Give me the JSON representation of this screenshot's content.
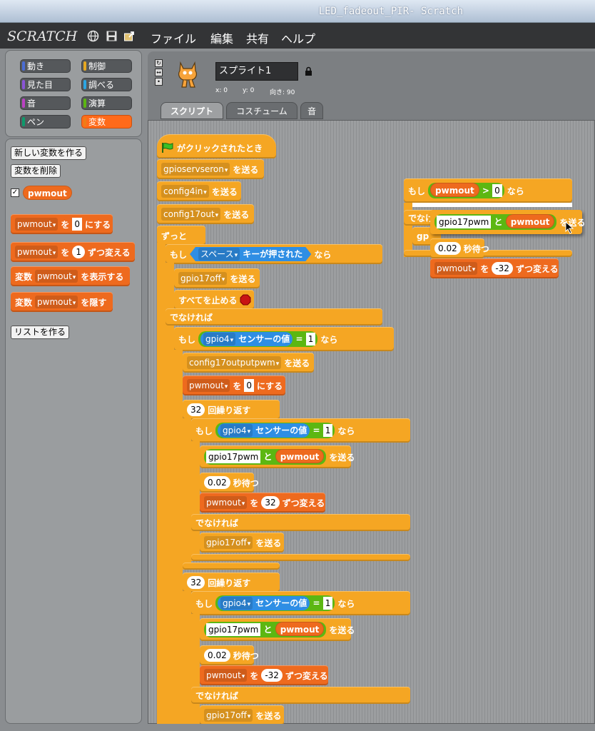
{
  "window": {
    "title": "LED_fadeout_PIR- Scratch"
  },
  "app": {
    "logo": "SCRATCH"
  },
  "menu": [
    "ファイル",
    "編集",
    "共有",
    "ヘルプ"
  ],
  "categories": [
    {
      "label": "動き",
      "color": "#4a6cd4"
    },
    {
      "label": "制御",
      "color": "#e6a822"
    },
    {
      "label": "見た目",
      "color": "#8a55d7"
    },
    {
      "label": "調べる",
      "color": "#2ca5e2"
    },
    {
      "label": "音",
      "color": "#bb42c3"
    },
    {
      "label": "演算",
      "color": "#5cb712"
    },
    {
      "label": "ペン",
      "color": "#0e9a6c"
    },
    {
      "label": "変数",
      "color": "#ee7d16"
    }
  ],
  "palette": {
    "new_var": "新しい変数を作る",
    "del_var": "変数を削除",
    "var_name": "pwmout",
    "set_to": "を",
    "set_val": "0",
    "set_suffix": "にする",
    "change_by": "を",
    "change_val": "1",
    "change_suffix": "ずつ変える",
    "var_kw": "変数",
    "show_suffix": "を表示する",
    "hide_suffix": "を隠す",
    "make_list": "リストを作る"
  },
  "sprite": {
    "name": "スプライト1",
    "x_label": "x: 0",
    "y_label": "y: 0",
    "dir_label": "向き: 90"
  },
  "tabs": [
    "スクリプト",
    "コスチューム",
    "音"
  ],
  "script": {
    "hat": "がクリックされたとき",
    "send": "を送る",
    "b1": "gpioservseron",
    "b2": "config4in",
    "b3": "config17out",
    "forever": "ずっと",
    "if_kw": "もし",
    "then_kw": "なら",
    "else_kw": "でなければ",
    "key_space": "スペース",
    "key_pressed": "キーが押された",
    "gpio17off": "gpio17off",
    "stop_all": "すべてを止める",
    "gpio4": "gpio4",
    "sensor_val": "センサーの値",
    "eq": "=",
    "one": "1",
    "config17pwm": "config17outputpwm",
    "pwmout": "pwmout",
    "to_kw": "を",
    "zero": "0",
    "set_suffix": "にする",
    "repeat_32": "32",
    "repeat_kw": "回繰り返す",
    "gpio17pwm": "gpio17pwm",
    "and_kw": "と",
    "wait_val": "0.02",
    "wait_kw": "秒待つ",
    "change_32": "32",
    "change_m32": "-32",
    "change_suffix": "ずつ変える",
    "gt": ">",
    "gp_trunc": "gp"
  }
}
